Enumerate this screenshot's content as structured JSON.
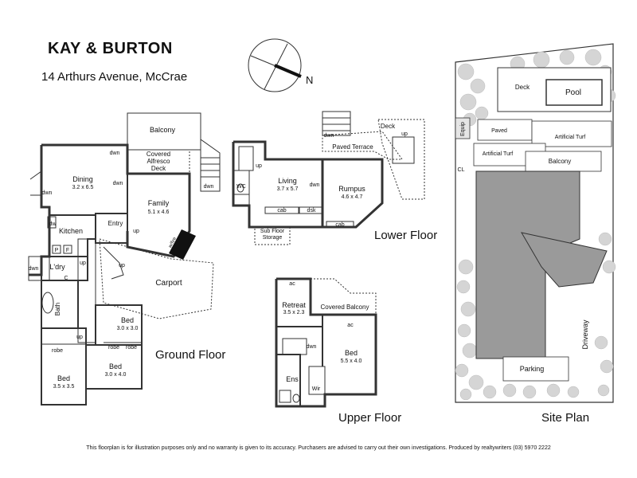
{
  "header": {
    "brand": "KAY & BURTON",
    "address": "14 Arthurs Avenue, McCrae"
  },
  "compass": {
    "label": "N"
  },
  "ground_floor": {
    "title": "Ground Floor",
    "rooms": {
      "balcony": "Balcony",
      "covered_alfresco_1": "Covered",
      "covered_alfresco_2": "Alfresco",
      "covered_alfresco_3": "Deck",
      "dining": "Dining",
      "dining_dim": "3.2 x 6.5",
      "family": "Family",
      "family_dim": "5.1 x 4.6",
      "kitchen": "Kitchen",
      "entry": "Entry",
      "laundry": "L'dry",
      "bath": "Bath",
      "bed1": "Bed",
      "bed1_dim": "3.0 x 3.0",
      "bed2": "Bed",
      "bed2_dim": "3.0 x 4.0",
      "bed3": "Bed",
      "bed3_dim": "3.5 x 3.5",
      "carport": "Carport"
    },
    "labels": {
      "dwn_1": "dwn",
      "dwn_2": "dwn",
      "dwn_3": "dwn",
      "dwn_4": "dwn",
      "dwn_5": "dwn",
      "up_1": "up",
      "up_2": "up",
      "up_3": "up",
      "up_4": "up",
      "dw": "dw",
      "p": "P",
      "f": "F",
      "c": "C",
      "wfire": "w/fire",
      "robe_1": "robe",
      "robe_2": "robe",
      "robe_3": "robe"
    }
  },
  "lower_floor": {
    "title": "Lower Floor",
    "rooms": {
      "living": "Living",
      "living_dim": "3.7 x 5.7",
      "rumpus": "Rumpus",
      "rumpus_dim": "4.6 x 4.7",
      "paved_terrace": "Paved Terrace",
      "deck": "Deck",
      "subfloor_1": "Sub Floor",
      "subfloor_2": "Storage",
      "wc": "WC"
    },
    "labels": {
      "dwn_1": "dwn",
      "dwn_2": "dwn",
      "up_1": "up",
      "up_2": "up",
      "cab_1": "cab",
      "cab_2": "cab",
      "dsk": "dsk"
    }
  },
  "upper_floor": {
    "title": "Upper Floor",
    "rooms": {
      "retreat": "Retreat",
      "retreat_dim": "3.5 x 2.3",
      "covered_balcony": "Covered Balcony",
      "bed": "Bed",
      "bed_dim": "5.5 x 4.0",
      "ens": "Ens",
      "wir": "Wir"
    },
    "labels": {
      "ac_1": "ac",
      "ac_2": "ac",
      "dwn": "dwn"
    }
  },
  "site_plan": {
    "title": "Site  Plan",
    "labels": {
      "deck": "Deck",
      "pool": "Pool",
      "equip": "Equip",
      "paved": "Paved",
      "artificial_turf_1": "Artificial Turf",
      "artificial_turf_2": "Artificial Turf",
      "cl": "CL",
      "balcony": "Balcony",
      "driveway": "Driveway",
      "parking": "Parking"
    }
  },
  "footer": {
    "disclaimer": "This floorplan is for illustration purposes only and no warranty is given to its accuracy. Purchasers are advised to carry out their own investigations. Produced by realtywriters (03) 5970 2222"
  }
}
